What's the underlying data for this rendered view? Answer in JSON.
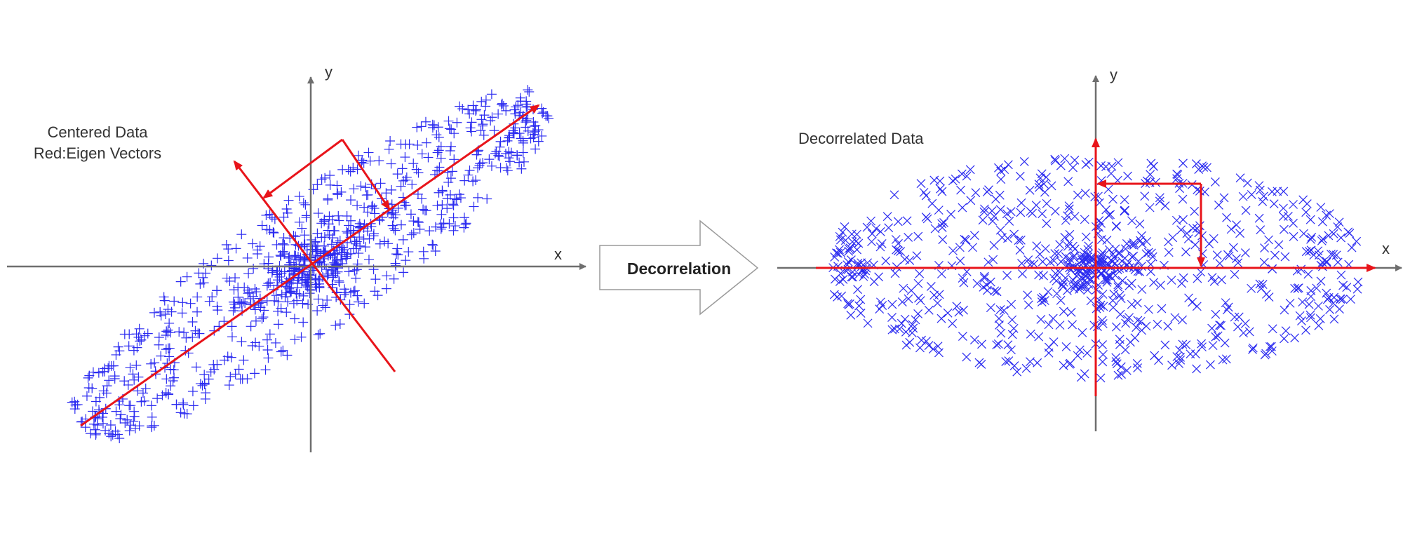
{
  "left_panel": {
    "title_line1": "Centered Data",
    "title_line2": "Red:Eigen Vectors",
    "x_label": "x",
    "y_label": "y",
    "marker": "plus",
    "point_color": "#2b2bf0",
    "vector_color": "#e8141a"
  },
  "transform_arrow": {
    "label": "Decorrelation"
  },
  "right_panel": {
    "title": "Decorrelated Data",
    "x_label": "x",
    "y_label": "y",
    "marker": "cross",
    "point_color": "#2b2bf0",
    "vector_color": "#e8141a"
  },
  "colors": {
    "axis": "#6e6e6e",
    "points": "#2b2bf0",
    "vectors": "#e8141a",
    "arrow_stroke": "#9a9a9a"
  }
}
